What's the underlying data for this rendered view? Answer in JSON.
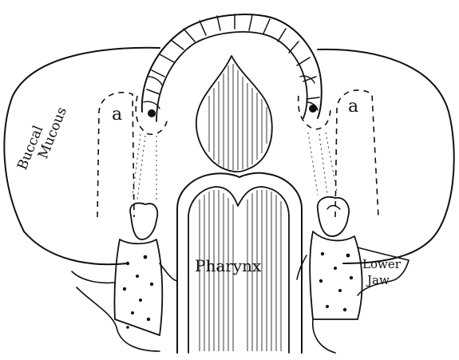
{
  "labels": {
    "buccal_line1": "Buccal",
    "buccal_line2": "Mucous",
    "region_a_left": "a",
    "region_a_right": "a",
    "pharynx": "Pharynx",
    "lower_line1": "Lower",
    "lower_line2": "Jaw"
  },
  "colors": {
    "ink": "#111111",
    "background": "#ffffff"
  }
}
